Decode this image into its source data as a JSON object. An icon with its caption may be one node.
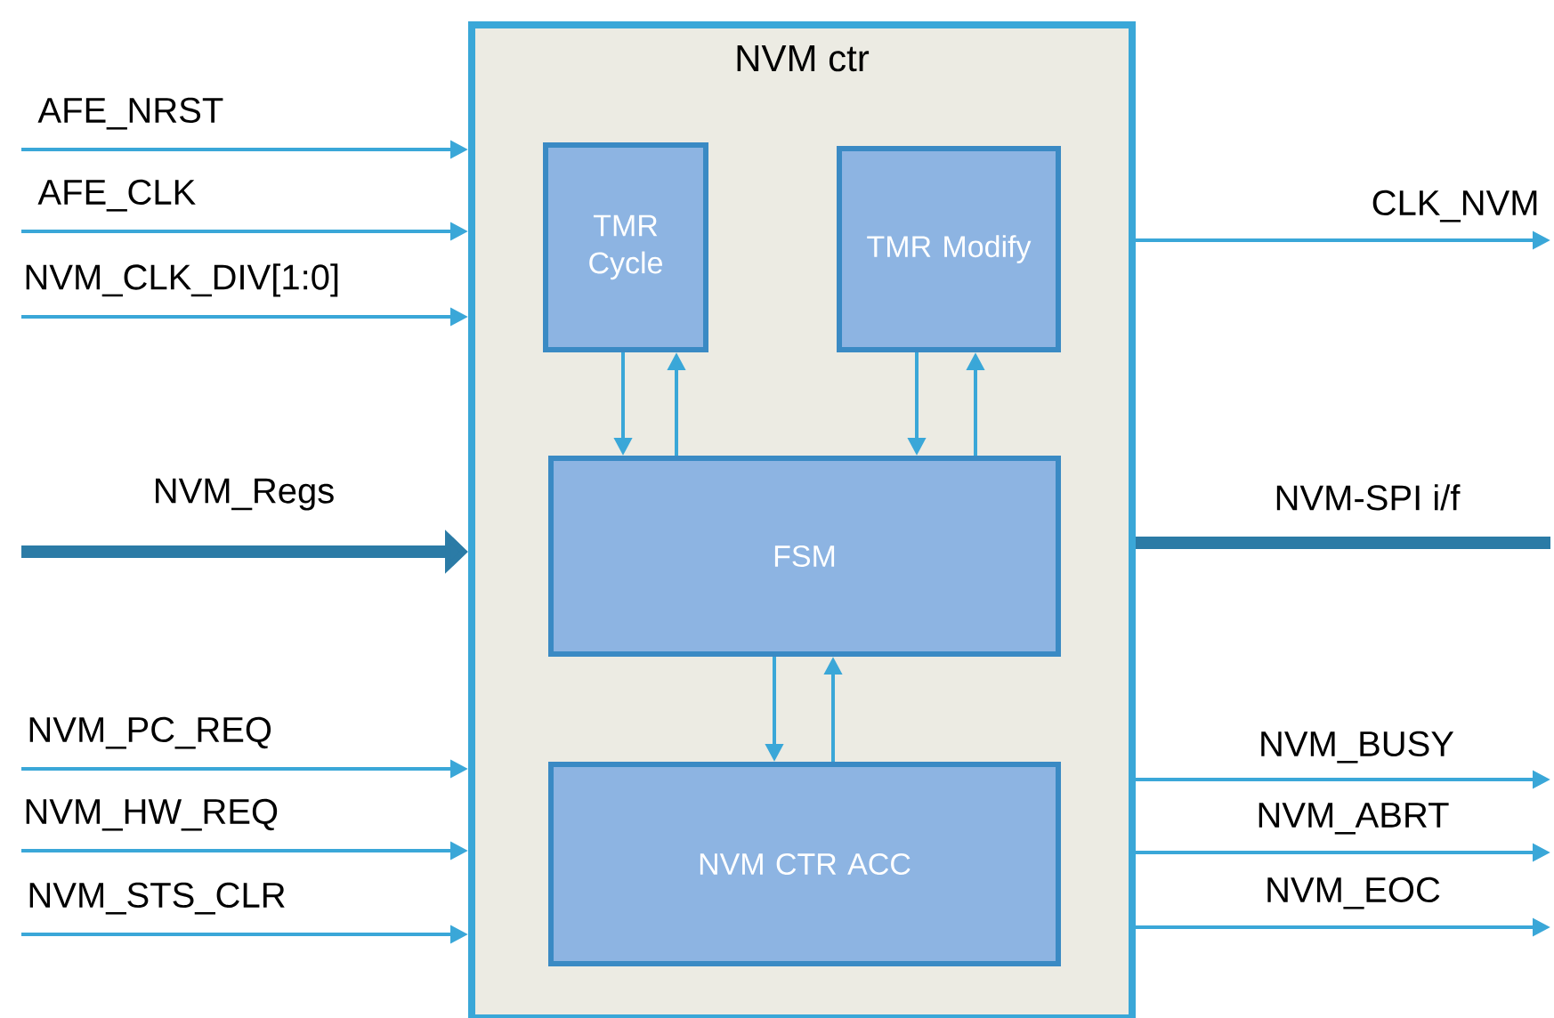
{
  "diagram": {
    "nodes": [
      {
        "text": [
          "NVM ctr"
        ]
      },
      {
        "text": [
          "TMR Cycle"
        ],
        "in": 0
      },
      {
        "text": [
          "TMR Modify"
        ],
        "in": 0
      },
      {
        "text": [
          "FSM"
        ],
        "in": 0
      },
      {
        "text": [
          "NVM CTR ACC"
        ],
        "in": 0
      }
    ],
    "edges": [
      {
        "from": 1,
        "to": 3,
        "arrow": "to"
      },
      {
        "from": 3,
        "to": 1,
        "arrow": "to"
      },
      {
        "from": 2,
        "to": 3,
        "arrow": "to"
      },
      {
        "from": 3,
        "to": 2,
        "arrow": "to"
      },
      {
        "from": 3,
        "to": 4,
        "arrow": "to"
      },
      {
        "from": 4,
        "to": 3,
        "arrow": "to"
      },
      {
        "from": null,
        "to": 0,
        "arrow": "to",
        "label": "AFE_NRST"
      },
      {
        "from": null,
        "to": 0,
        "arrow": "to",
        "label": "AFE_CLK"
      },
      {
        "from": null,
        "to": 0,
        "arrow": "to",
        "label": "NVM_CLK_DIV[1:0]"
      },
      {
        "from": null,
        "to": 0,
        "arrow": "to",
        "label": "NVM_Regs",
        "style": "thick",
        "color": "#2b7ba6"
      },
      {
        "from": null,
        "to": 0,
        "arrow": "to",
        "label": "NVM_PC_REQ"
      },
      {
        "from": null,
        "to": 0,
        "arrow": "to",
        "label": "NVM_HW_REQ"
      },
      {
        "from": null,
        "to": 0,
        "arrow": "to",
        "label": "NVM_STS_CLR"
      },
      {
        "from": 0,
        "to": null,
        "arrow": "to",
        "label": "CLK_NVM"
      },
      {
        "from": 0,
        "to": null,
        "arrow": "none",
        "label": "NVM-SPI i/f",
        "style": "thick",
        "color": "#2b7ba6"
      },
      {
        "from": 0,
        "to": null,
        "arrow": "to",
        "label": "NVM_BUSY"
      },
      {
        "from": 0,
        "to": null,
        "arrow": "to",
        "label": "NVM_ABRT"
      },
      {
        "from": 0,
        "to": null,
        "arrow": "to",
        "label": "NVM_EOC"
      }
    ]
  }
}
